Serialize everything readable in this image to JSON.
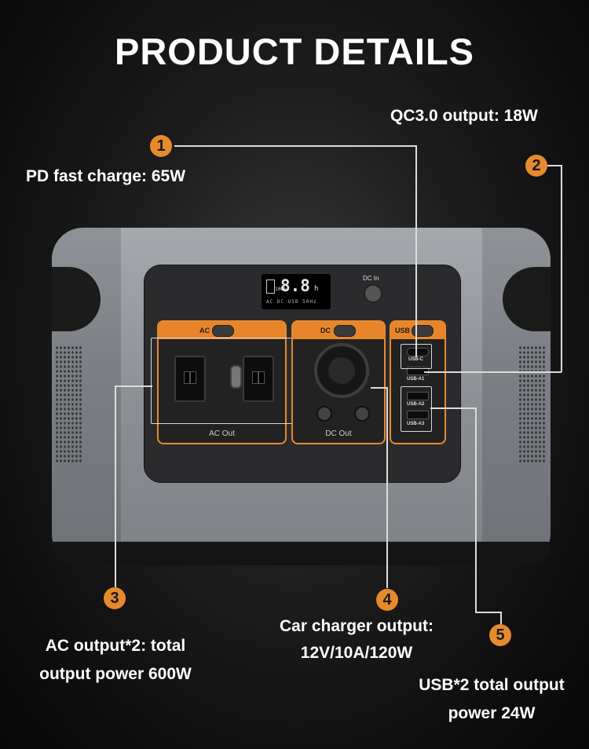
{
  "title": "PRODUCT DETAILS",
  "callouts": {
    "qc": "QC3.0 output: 18W",
    "pd": "PD fast charge: 65W",
    "ac_line1": "AC output*2: total",
    "ac_line2": "output power 600W",
    "car_line1": "Car charger output:",
    "car_line2": "12V/10A/120W",
    "usb_line1": "USB*2 total output",
    "usb_line2": "power 24W"
  },
  "badges": [
    "1",
    "2",
    "3",
    "4",
    "5"
  ],
  "device": {
    "lcd_digits": "8.8",
    "lcd_unit": "h",
    "lcd_pct": "100%",
    "lcd_status": "AC DC USB   50Hz",
    "dc_in": "DC In",
    "ac_head": "AC",
    "dc_head": "DC",
    "usb_head": "USB",
    "ac_foot": "AC Out",
    "dc_foot": "DC Out",
    "usb_c": "USB-C",
    "usb_a1": "USB-A1",
    "usb_a2": "USB-A2",
    "usb_a3": "USB-A3"
  },
  "colors": {
    "accent": "#e68a2e",
    "background": "#1a1a1a",
    "body": "#8a8d91"
  }
}
